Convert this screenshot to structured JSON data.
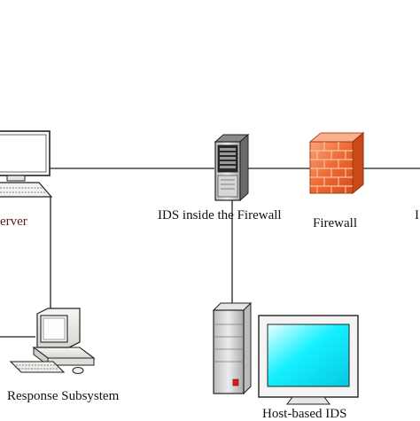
{
  "labels": {
    "server": "erver",
    "ids_inside": "IDS inside the Firewall",
    "firewall": "Firewall",
    "right_edge": "I",
    "response": "Response Subsystem",
    "host_ids": "Host-based IDS"
  },
  "colors": {
    "line": "#222222",
    "firewall_brick": "#e8642e",
    "firewall_mortar": "#f6c4a8",
    "monitor_screen": "#14f0ff",
    "server_label": "#5a1a1a",
    "alarm_light": "#e01a1a"
  },
  "icons": {
    "server_workstation": "desktop-computer-icon",
    "ids_tower": "server-tower-icon",
    "firewall": "brick-wall-icon",
    "response_pc": "crt-computer-icon",
    "host_tower": "server-tower-icon",
    "host_monitor": "monitor-icon"
  }
}
